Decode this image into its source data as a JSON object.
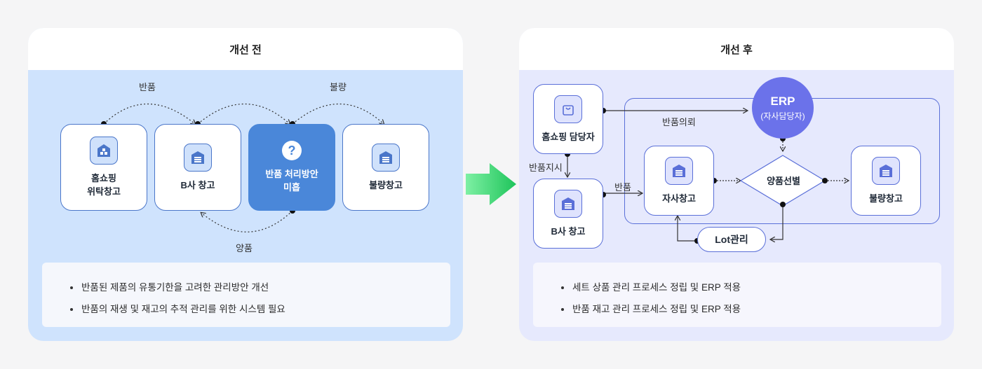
{
  "before": {
    "title": "개선 전",
    "cards": {
      "homeshopping": "홈쇼핑\n위탁창고",
      "b_company": "B사 창고",
      "unresolved": "반품 처리방안\n미흡",
      "defect": "불량창고"
    },
    "flows": {
      "return": "반품",
      "defect": "불량",
      "good": "양품"
    },
    "notes": [
      "반품된 제품의 유통기한을 고려한 관리방안 개선",
      "반품의 재생 및 재고의 추적 관리를 위한 시스템 필요"
    ]
  },
  "after": {
    "title": "개선 후",
    "cards": {
      "manager": "홈쇼핑 담당자",
      "b_company": "B사 창고",
      "own": "자사창고",
      "defect": "불량창고"
    },
    "erp": {
      "title": "ERP",
      "subtitle": "(자사담당자)"
    },
    "decision": "양품선별",
    "lot": "Lot관리",
    "flows": {
      "return_request": "반품의뢰",
      "return_instruction": "반품지시",
      "return": "반품"
    },
    "notes": [
      "세트 상품 관리 프로세스 정립 및 ERP 적용",
      "반품 재고 관리 프로세스 정립 및 ERP 적용"
    ]
  },
  "colors": {
    "before_bg": "#cfe3fd",
    "after_bg": "#e6e9fd",
    "card_border": "#4a76c9",
    "dark_card": "#4a87d9",
    "erp": "#6b72ea",
    "arrow_start": "#7ef0a4",
    "arrow_end": "#1ec45a"
  }
}
